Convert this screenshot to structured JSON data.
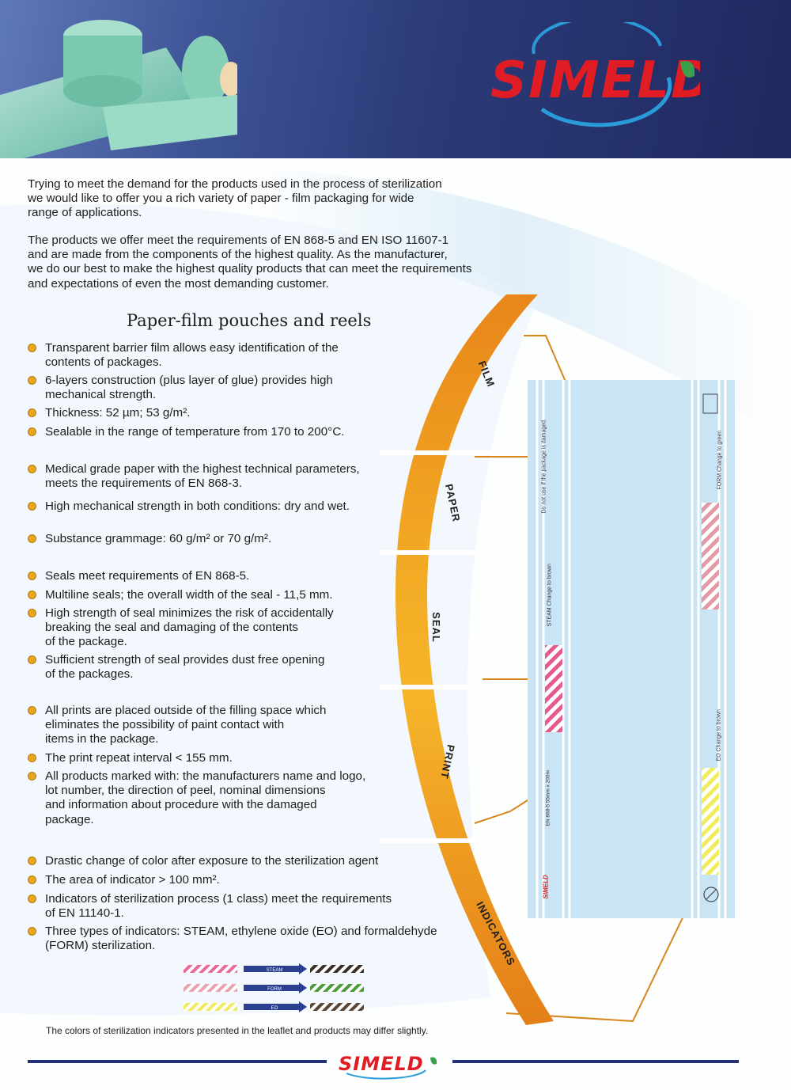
{
  "header": {
    "brand": "SIMELD",
    "colors": {
      "brand_red": "#e01c24",
      "header_blue": "#2b3a78",
      "accent_orange": "#e8901a",
      "reel_blue": "#c9e4f4"
    }
  },
  "intro": {
    "paragraph1": [
      "Trying to meet the demand for the products used in the process of sterilization",
      "we would like to offer you a rich variety of paper - film packaging for wide",
      "range of applications."
    ],
    "paragraph2": [
      "The products we offer meet the requirements of EN 868-5 and EN ISO 11607-1",
      "and are made from the components of the highest quality. As the manufacturer,",
      "we do our best to make the highest quality products that can meet the requirements",
      "and expectations of even the most demanding customer."
    ]
  },
  "section_title": "Paper-film pouches and reels",
  "groups": {
    "film": {
      "label": "FILM",
      "items": [
        [
          "Transparent barrier film allows easy identification of the",
          "contents of packages."
        ],
        [
          "6-layers construction (plus layer of glue) provides high",
          "mechanical strength."
        ],
        [
          "Thickness: 52 µm; 53 g/m²."
        ],
        [
          "Sealable in the range of temperature from 170 to 200°C."
        ]
      ]
    },
    "paper": {
      "label": "PAPER",
      "items": [
        [
          "Medical grade paper with the highest technical parameters,",
          "meets the requirements of EN 868-3."
        ],
        [
          "High mechanical strength in both conditions: dry and wet."
        ],
        [
          "Substance grammage: 60 g/m² or 70 g/m²."
        ]
      ]
    },
    "seal": {
      "label": "SEAL",
      "items": [
        [
          "Seals meet requirements of EN 868-5."
        ],
        [
          "Multiline seals; the overall width of the seal - 11,5 mm."
        ],
        [
          "High strength of seal minimizes the risk of accidentally",
          "breaking the seal and damaging of the contents",
          "of the package."
        ],
        [
          "Sufficient strength of seal provides dust free opening",
          "of the packages."
        ]
      ]
    },
    "print": {
      "label": "PRINT",
      "items": [
        [
          "All prints are placed outside of the filling space which",
          "eliminates the possibility of paint contact with",
          "items in the package."
        ],
        [
          "The print repeat interval < 155 mm."
        ],
        [
          "All products marked with: the manufacturers name and logo,",
          "lot number, the direction of peel, nominal dimensions",
          "and information about procedure with the damaged",
          "package."
        ]
      ]
    },
    "indicators": {
      "label": "INDICATORS",
      "items": [
        [
          "Drastic change of color after exposure to the sterilization agent"
        ],
        [
          "The area of indicator > 100 mm²."
        ],
        [
          "Indicators of sterilization process (1 class) meet the requirements",
          "of EN 11140-1."
        ],
        [
          "Three types of indicators: STEAM, ethylene oxide (EO) and formaldehyde",
          "(FORM) sterilization."
        ]
      ]
    }
  },
  "reel": {
    "print_left_top": "Do not use if the package is damaged.",
    "print_left_steam": "STEAM  Change to brown",
    "print_left_size": "EN 868-5  55mm x 200m",
    "print_left_logo": "SIMELD",
    "print_right_form": "FORM  Change to green",
    "print_right_eo": "EO  Change to brown"
  },
  "legend": {
    "rows": [
      {
        "arrow": "STEAM",
        "before": "#e86a9a",
        "after": "#3a2e26"
      },
      {
        "arrow": "FORM",
        "before": "#e8a2b0",
        "after": "#4c9a3a"
      },
      {
        "arrow": "EO",
        "before": "#f0ea5a",
        "after": "#5a4636"
      }
    ]
  },
  "footnote": "The colors of sterilization indicators presented in the leaflet and products may differ slightly.",
  "footer": {
    "brand": "SIMELD"
  }
}
